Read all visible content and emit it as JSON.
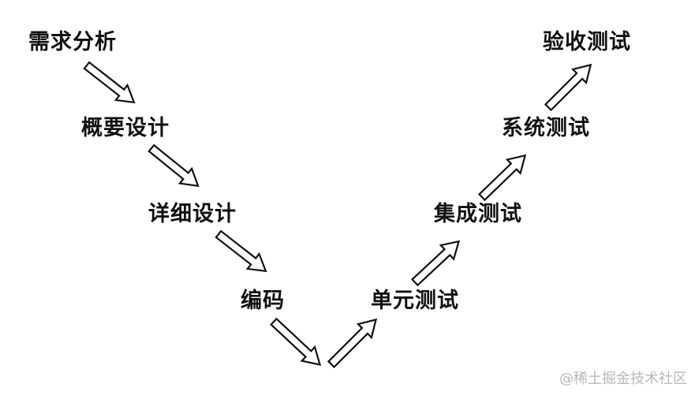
{
  "stages": {
    "requirements": "需求分析",
    "high_level_design": "概要设计",
    "detailed_design": "详细设计",
    "coding": "编码",
    "unit_test": "单元测试",
    "integration_test": "集成测试",
    "system_test": "系统测试",
    "acceptance_test": "验收测试"
  },
  "watermark": "@稀土掘金技术社区",
  "colors": {
    "text": "#111111",
    "arrow_stroke": "#111111",
    "arrow_fill": "#ffffff",
    "watermark": "#b8b8b8"
  }
}
